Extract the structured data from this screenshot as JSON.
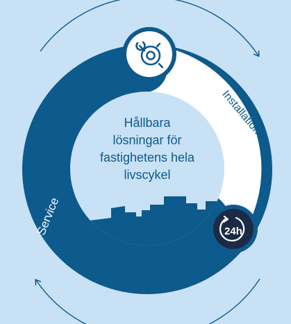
{
  "center": {
    "lines": [
      "Hållbara",
      "lösningar för",
      "fastighetens hela",
      "livscykel"
    ]
  },
  "ring": {
    "installation_label": "Installation",
    "service_label": "Service"
  },
  "badges": {
    "service_badge_text": "24h"
  },
  "colors": {
    "background": "#c9e1f5",
    "navy": "#0d5a8c",
    "white": "#ffffff",
    "light_blue": "#c9e1f5"
  },
  "icons": {
    "top_badge": "wrench-gear-icon",
    "bottom_badge": "clock-24h-icon",
    "skyline": "city-skyline-icon",
    "top_arrow": "arrow-clockwise-icon",
    "bottom_arrow": "arrow-counterclockwise-icon"
  }
}
